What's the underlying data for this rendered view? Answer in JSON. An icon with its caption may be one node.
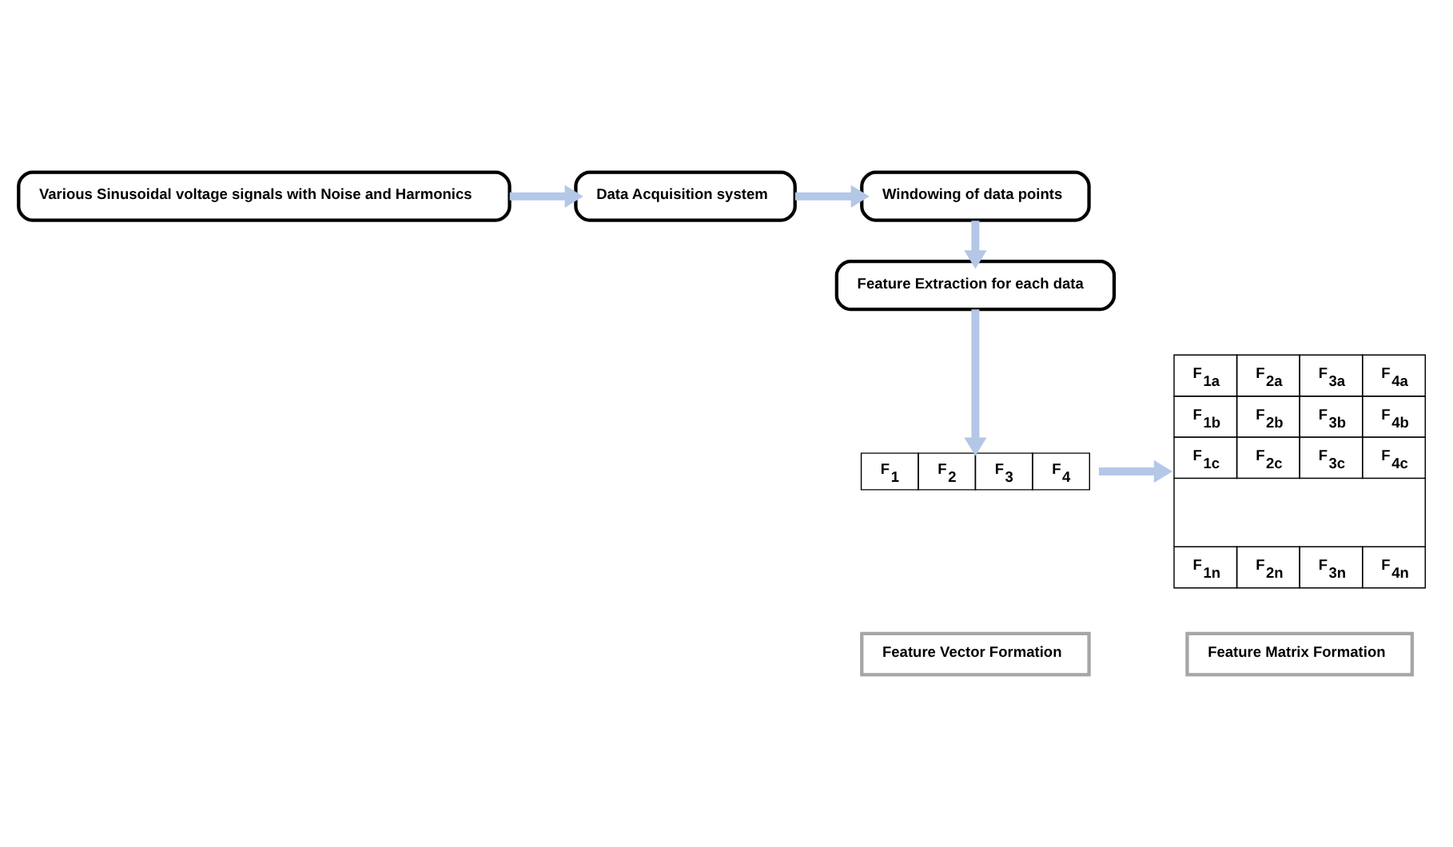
{
  "diagram": {
    "nodes": [
      {
        "text": [
          "Various Sinusoidal voltage signals with Noise and Harmonics"
        ]
      },
      {
        "text": [
          "Data Acquisition system"
        ]
      },
      {
        "text": [
          "Windowing of data points"
        ]
      },
      {
        "text": [
          "Feature Extraction for each data"
        ]
      },
      {
        "text": [
          "F$_{1}$",
          "F$_{2}$",
          "F$_{3}$",
          "F$_{4}$"
        ]
      },
      {
        "text": [
          "F$_{1a}$",
          "F$_{2a}$",
          "F$_{3a}$",
          "F$_{4a}$",
          "F$_{1b}$",
          "F$_{2b}$",
          "F$_{3b}$",
          "F$_{4b}$",
          "F$_{1c}$",
          "F$_{2c}$",
          "F$_{3c}$",
          "F$_{4c}$",
          "F$_{1n}$",
          "F$_{2n}$",
          "F$_{3n}$",
          "F$_{4n}$"
        ]
      },
      {
        "text": [
          "Feature Vector Formation"
        ]
      },
      {
        "text": [
          "Feature Matrix Formation"
        ]
      }
    ],
    "edges": [
      {
        "from": 0,
        "to": 1,
        "arrow": "to"
      },
      {
        "from": 1,
        "to": 2,
        "arrow": "to"
      },
      {
        "from": 2,
        "to": 3,
        "arrow": "to"
      },
      {
        "from": 3,
        "to": 4,
        "arrow": "to"
      },
      {
        "from": 4,
        "to": 5,
        "arrow": "to"
      }
    ]
  }
}
